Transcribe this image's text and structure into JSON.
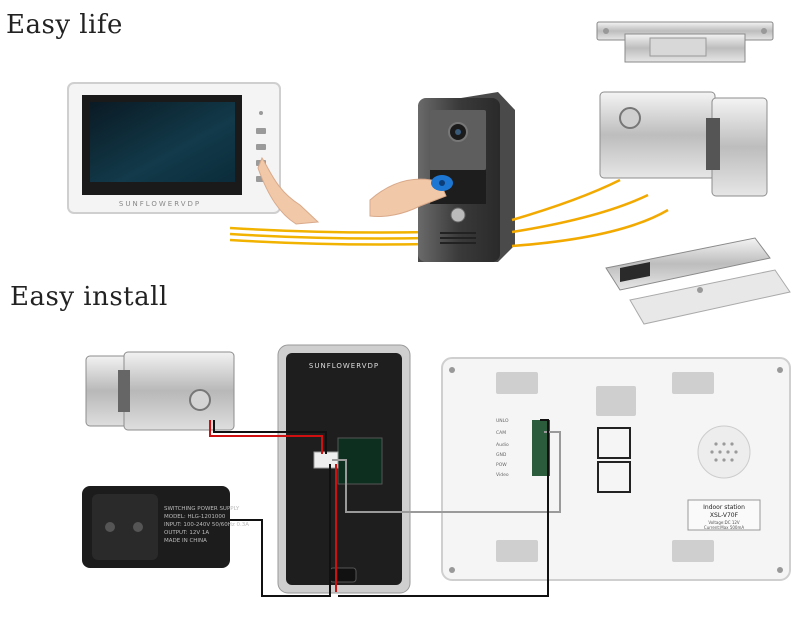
{
  "headings": {
    "top": "Easy life",
    "bottom": "Easy install"
  },
  "brand": {
    "monitor_logo": "SUNFLOWERVDP",
    "doorbell_logo": "SUNFLOWERVDP"
  },
  "power_supply": {
    "line1": "SWITCHING POWER SUPPLY",
    "line2": "MODEL: HLG-1201000",
    "line3": "INPUT: 100-240V 50/60Hz 0.3A",
    "line4": "OUTPUT: 12V 1A",
    "line5": "MADE IN CHINA"
  },
  "indoor_station": {
    "title": "Indoor station",
    "model": "XSL-V70F",
    "spec1": "Voltage:DC 12V",
    "spec2": "Current:Max 500mA"
  },
  "terminal_labels": [
    "UNLO",
    "CAM",
    "Audio",
    "GND",
    "POW",
    "Video"
  ],
  "icons": [
    "monitor-icon",
    "doorbell-icon",
    "rfid-card-icon",
    "strike-lock-icon",
    "electric-lock-icon",
    "magnetic-lock-icon",
    "power-adapter-icon",
    "speaker-grille-icon"
  ],
  "colors": {
    "wave": "#f2a900",
    "wire_red": "#d01010",
    "wire_black": "#111111",
    "wire_gray": "#9a9a9a"
  }
}
